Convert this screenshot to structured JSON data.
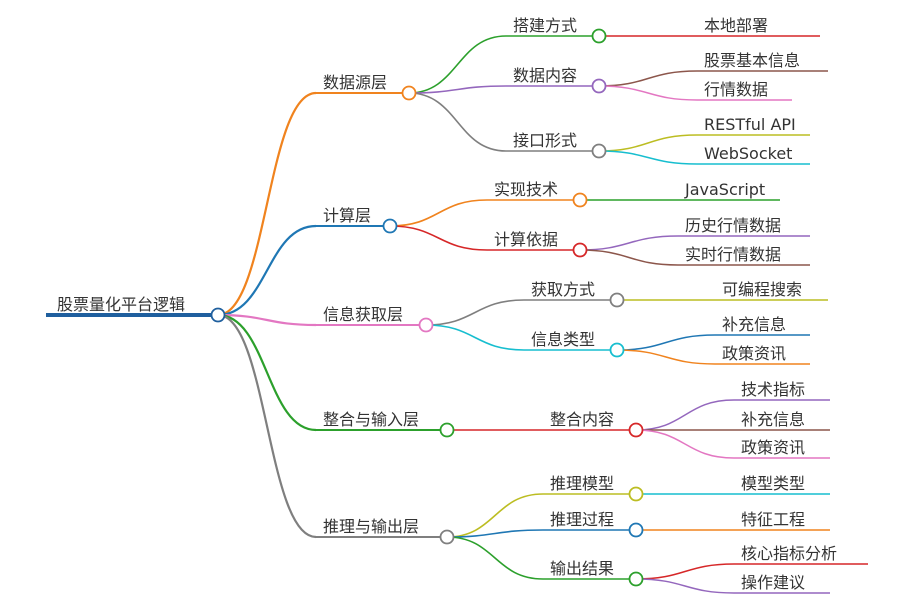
{
  "mindmap": {
    "root": {
      "label": "股票量化平台逻辑",
      "color": "#1f5f9e"
    },
    "branches": [
      {
        "label": "数据源层",
        "color": "#f0831e",
        "children": [
          {
            "label": "搭建方式",
            "color": "#2ca02c",
            "leaves": [
              {
                "label": "本地部署",
                "color": "#d62728"
              }
            ]
          },
          {
            "label": "数据内容",
            "color": "#9467bd",
            "leaves": [
              {
                "label": "股票基本信息",
                "color": "#8c564b"
              },
              {
                "label": "行情数据",
                "color": "#e377c2"
              }
            ]
          },
          {
            "label": "接口形式",
            "color": "#7f7f7f",
            "leaves": [
              {
                "label": "RESTful API",
                "color": "#bcbd22"
              },
              {
                "label": "WebSocket",
                "color": "#17becf"
              }
            ]
          }
        ]
      },
      {
        "label": "计算层",
        "color": "#1f77b4",
        "children": [
          {
            "label": "实现技术",
            "color": "#f0831e",
            "leaves": [
              {
                "label": "JavaScript",
                "color": "#2ca02c"
              }
            ]
          },
          {
            "label": "计算依据",
            "color": "#d62728",
            "leaves": [
              {
                "label": "历史行情数据",
                "color": "#9467bd"
              },
              {
                "label": "实时行情数据",
                "color": "#8c564b"
              }
            ]
          }
        ]
      },
      {
        "label": "信息获取层",
        "color": "#e377c2",
        "children": [
          {
            "label": "获取方式",
            "color": "#7f7f7f",
            "leaves": [
              {
                "label": "可编程搜索",
                "color": "#bcbd22"
              }
            ]
          },
          {
            "label": "信息类型",
            "color": "#17becf",
            "leaves": [
              {
                "label": "补充信息",
                "color": "#1f77b4"
              },
              {
                "label": "政策资讯",
                "color": "#f0831e"
              }
            ]
          }
        ]
      },
      {
        "label": "整合与输入层",
        "color": "#2ca02c",
        "children": [
          {
            "label": "整合内容",
            "color": "#d62728",
            "leaves": [
              {
                "label": "技术指标",
                "color": "#9467bd"
              },
              {
                "label": "补充信息",
                "color": "#8c564b"
              },
              {
                "label": "政策资讯",
                "color": "#e377c2"
              }
            ]
          }
        ]
      },
      {
        "label": "推理与输出层",
        "color": "#7f7f7f",
        "children": [
          {
            "label": "推理模型",
            "color": "#bcbd22",
            "leaves": [
              {
                "label": "模型类型",
                "color": "#17becf"
              }
            ]
          },
          {
            "label": "推理过程",
            "color": "#1f77b4",
            "leaves": [
              {
                "label": "特征工程",
                "color": "#f0831e"
              }
            ]
          },
          {
            "label": "输出结果",
            "color": "#2ca02c",
            "leaves": [
              {
                "label": "核心指标分析",
                "color": "#d62728"
              },
              {
                "label": "操作建议",
                "color": "#9467bd"
              }
            ]
          }
        ]
      }
    ]
  }
}
